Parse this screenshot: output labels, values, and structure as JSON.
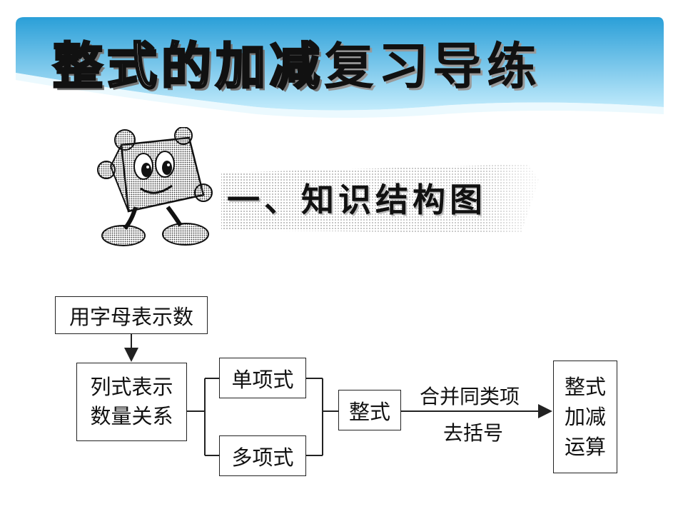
{
  "slide": {
    "title_light": "整式的加减",
    "title_dark": "复习导练",
    "section_heading": "一、知识结构图"
  },
  "diagram": {
    "box_letters": "用字母表示数",
    "box_expr_line1": "列式表示",
    "box_expr_line2": "数量关系",
    "box_monomial": "单项式",
    "box_polynomial": "多项式",
    "box_integral": "整式",
    "arrow_label_line1": "合并同类项",
    "arrow_label_line2": "去括号",
    "box_result_line1": "整式",
    "box_result_line2": "加减",
    "box_result_line3": "运算"
  },
  "colors": {
    "banner_top": "#2a9fd8",
    "banner_bottom": "#bfe9fb",
    "line": "#222222"
  }
}
